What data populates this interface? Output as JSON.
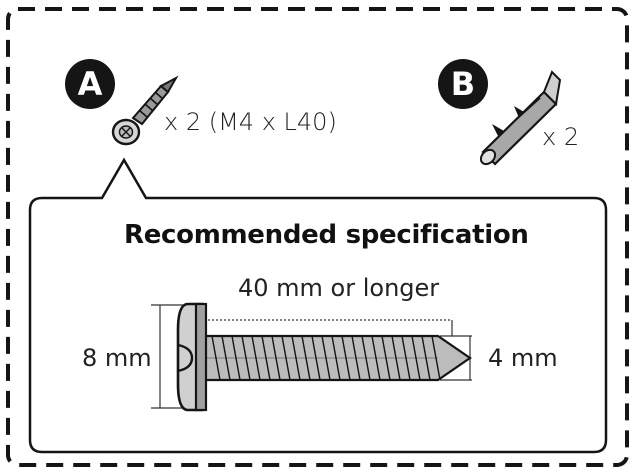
{
  "part_a": {
    "badge": "A",
    "quantity": "x 2 (M4 x L40)"
  },
  "part_b": {
    "badge": "B",
    "quantity": "x 2"
  },
  "callout": {
    "title": "Recommended specification",
    "length_label": "40 mm or longer",
    "head_diameter_label": "8 mm",
    "thread_diameter_label": "4 mm"
  },
  "colors": {
    "stroke": "#151515",
    "fill_light": "#c8c8c8",
    "fill_dark": "#8a8a8a"
  }
}
